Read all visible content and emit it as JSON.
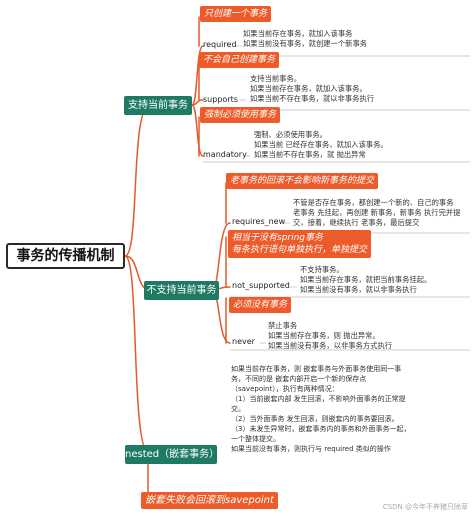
{
  "root": {
    "label": "事务的传播机制"
  },
  "branches": {
    "support": "支持当前事务",
    "not_support": "不支持当前事务",
    "nested": "nested（嵌套事务）"
  },
  "required": {
    "callout": "只创建一个事务",
    "name": "required",
    "lines": [
      "如果当前存在事务，就加入该事务",
      "如果当前没有事务，就创建一个新事务"
    ]
  },
  "supports": {
    "callout": "不会自己创建事务",
    "name": "supports",
    "lines": [
      "支持当前事务。",
      "如果当前存在事务，就加入该事务。",
      "如果当前不存在事务，就以非事务执行"
    ]
  },
  "mandatory": {
    "callout": "强制必须使用事务",
    "name": "mandatory",
    "lines": [
      "强制、必须使用事务。",
      "如果当前 已经存在事务，就加入该事务。",
      "如果当前不存在事务，就 抛出异常"
    ]
  },
  "requires_new": {
    "callout": "老事务的回滚不会影响新事务的提交",
    "name": "requires_new",
    "lines": [
      "不管是否存在事务，都创建一个新的、自己的事务",
      "老事务 先挂起，再创建 新事务，新事务 执行完并提",
      "交，接着，继续执行 老事务，最后提交"
    ]
  },
  "not_supported": {
    "callout": [
      "相当于没有spring事务",
      "每条执行语句单独执行，单独提交"
    ],
    "name": "not_supported",
    "lines": [
      "不支持事务。",
      "如果当前存在事务，就把当前事务挂起。",
      "如果当前没有事务，就以非事务执行"
    ]
  },
  "never": {
    "callout": "必须没有事务",
    "name": "never",
    "lines": [
      "禁止事务",
      "如果当前存在事务，则 抛出异常。",
      "如果当前没有事务，以非事务方式执行"
    ]
  },
  "nested": {
    "lines": [
      "如果当前存在事务，则 嵌套事务与外面事务使用同一事",
      "务，不同的是 嵌套内部开启一个新的保存点",
      "（savepoint），执行有两种情况：",
      "（1）当前嵌套内部 发生回滚，不影响外面事务的正常提",
      "交。",
      "（2）当外面事务 发生回滚，则嵌套内的事务要回滚。",
      "（3）未发生异常时，嵌套事务内的事务和外面事务一起，",
      "一个整体提交。",
      "如果当前没有事务，则执行与 required 类似的操作"
    ],
    "callout": "嵌套失败会回滚到savepoint"
  },
  "watermark": "CSDN @今年不养猪只除草",
  "colors": {
    "branch": "#1f7a64",
    "callout": "#ee5b2b",
    "line": "#e35a2b",
    "dot": "#999999"
  }
}
